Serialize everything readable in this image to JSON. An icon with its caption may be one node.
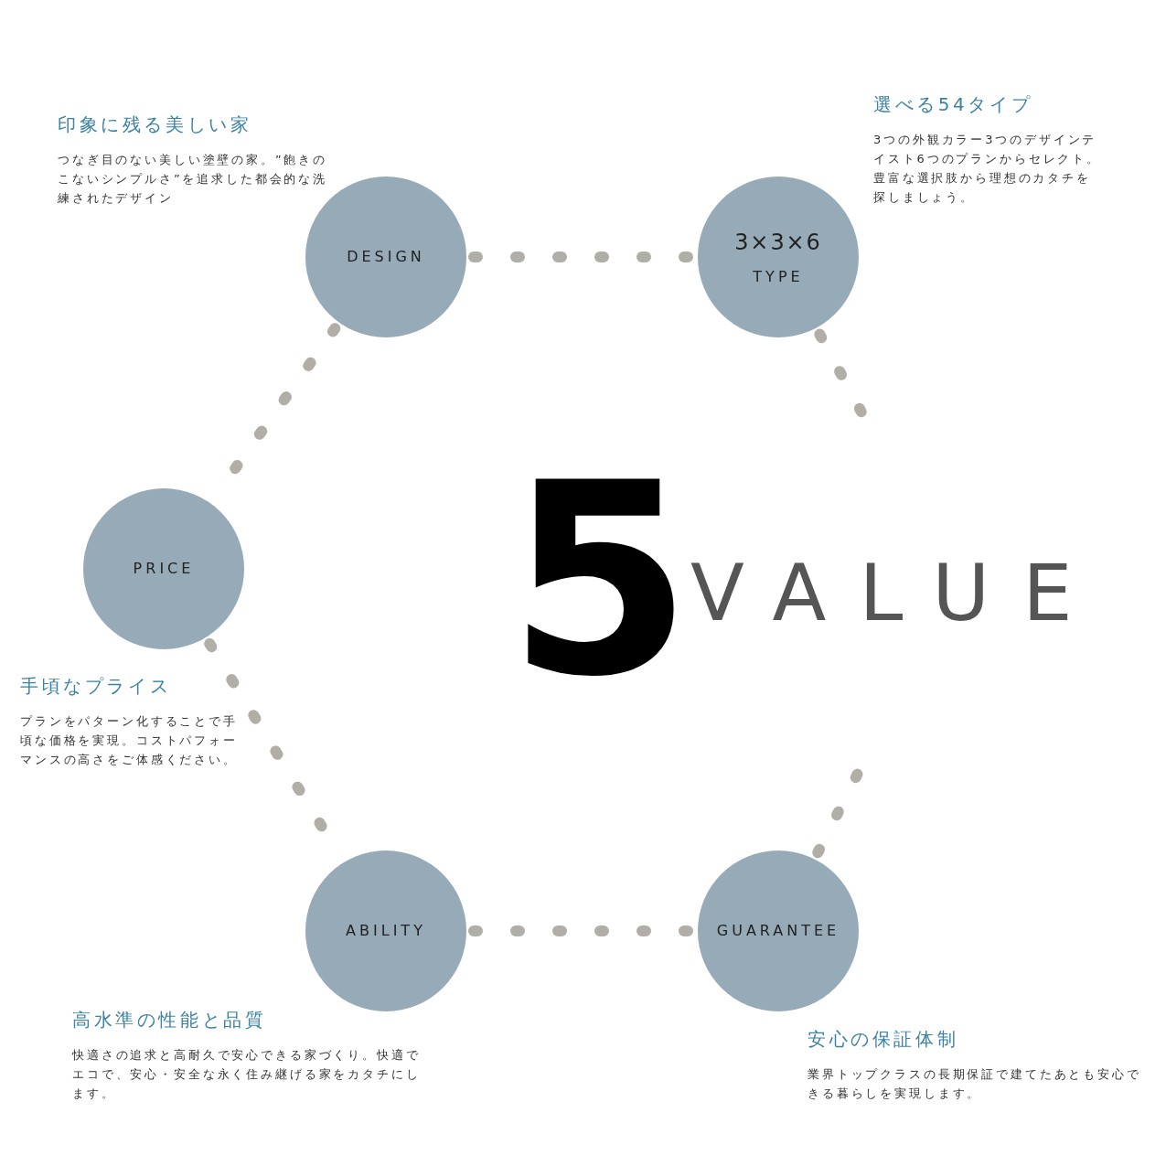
{
  "diagram": {
    "nodes": [
      {
        "text": [
          "DESIGN"
        ],
        "beside": [
          "印象に残る美しい家",
          "つなぎ目のない美しい塗壁の家。”飽きのこないシンプルさ”を追求した都会的な洗練されたデザイン"
        ]
      },
      {
        "text": [
          "3×3×6",
          "TYPE"
        ],
        "beside": [
          "選べる54タイプ",
          "3つの外観カラー3つのデザインテイスト6つのプランからセレクト。豊富な選択肢から理想のカタチを探しましょう。"
        ]
      },
      {
        "text": [
          "PRICE"
        ],
        "beside": [
          "手頃なプライス",
          "プランをパターン化することで手頃な価格を実現。コストパフォーマンスの高さをご体感ください。"
        ]
      },
      {
        "text": [
          "ABILITY"
        ],
        "beside": [
          "高水準の性能と品質",
          "快適さの追求と高耐久で安心できる家づくり。快適でエコで、安心・安全な永く住み継げる家をカタチにします。"
        ]
      },
      {
        "text": [
          "GUARANTEE"
        ],
        "beside": [
          "安心の保証体制",
          "業界トップクラスの長期保証で建てたあとも安心できる暮らしを実現します。"
        ]
      }
    ],
    "edges": [
      {
        "from": 0,
        "to": 1,
        "arrow": "none",
        "style": "dashed"
      },
      {
        "from": 0,
        "to": 2,
        "arrow": "none",
        "style": "dashed"
      },
      {
        "from": 1,
        "to": null,
        "arrow": "none",
        "style": "dashed"
      },
      {
        "from": 2,
        "to": 3,
        "arrow": "none",
        "style": "dashed"
      },
      {
        "from": 3,
        "to": 4,
        "arrow": "none",
        "style": "dashed"
      },
      {
        "from": 4,
        "to": null,
        "arrow": "none",
        "style": "dashed"
      }
    ],
    "labels": [
      "5",
      "VALUE"
    ]
  }
}
